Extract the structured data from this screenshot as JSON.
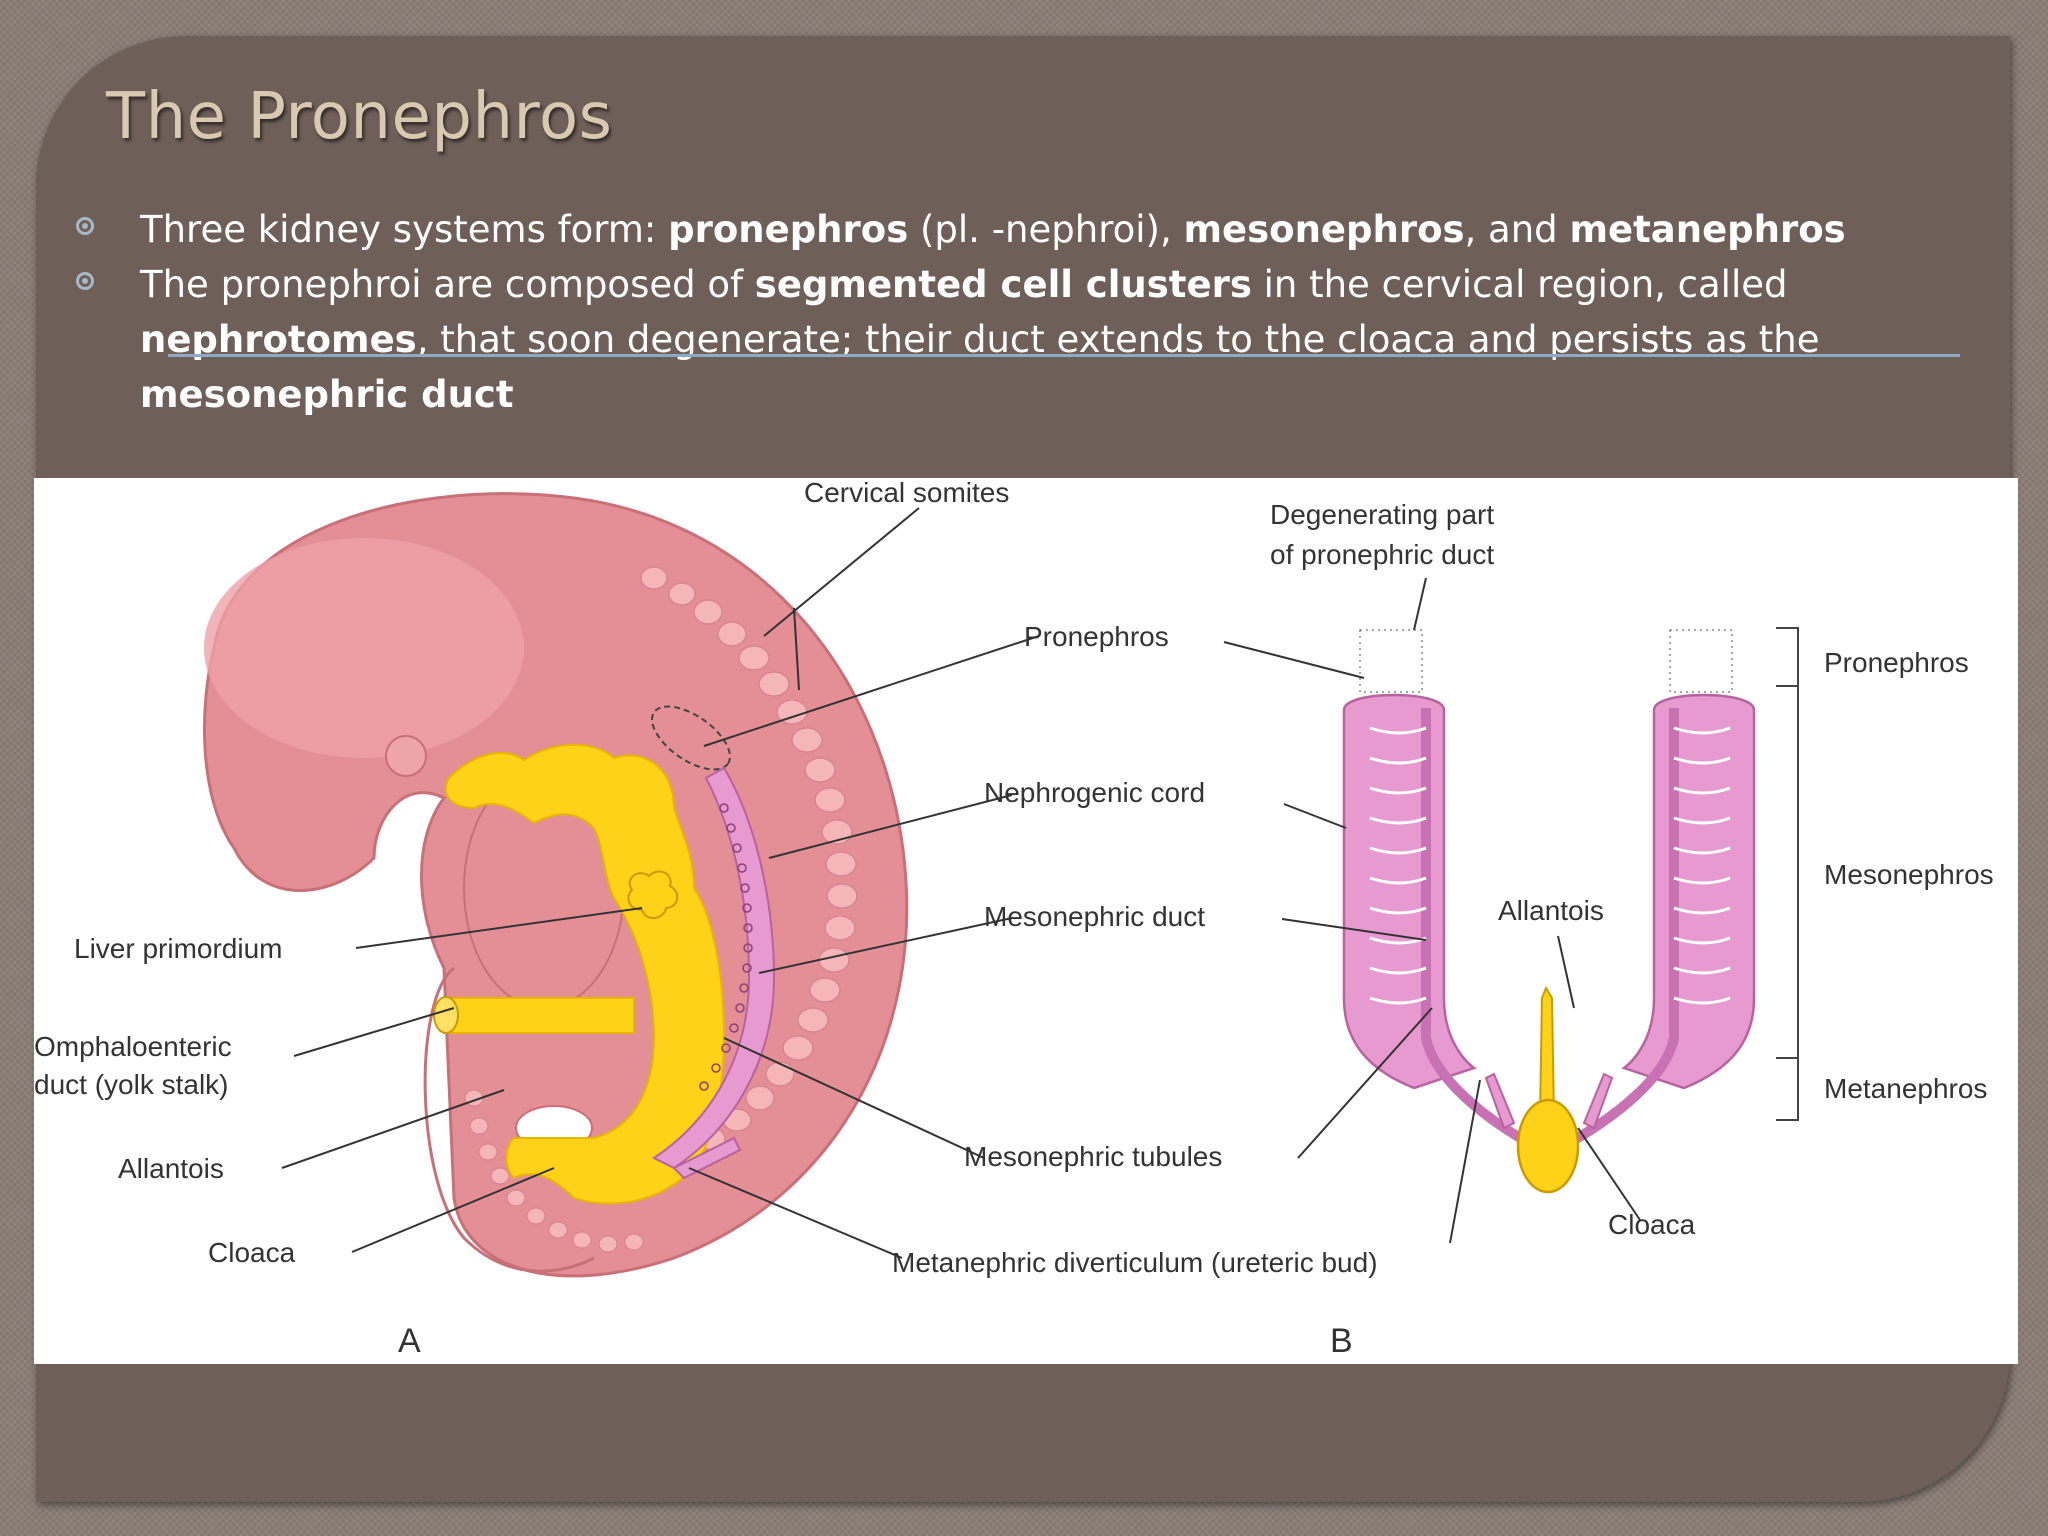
{
  "title": "The Pronephros",
  "bullets": [
    {
      "p1": "Three kidney systems form: ",
      "b1": "pronephros",
      "p2": " (pl. -nephroi), ",
      "b2": "mesonephros",
      "p3": ", and ",
      "b3": "metanephros"
    },
    {
      "p1": "The pronephroi are composed of ",
      "b1": "segmented cell clusters",
      "p2": " in the cervical region, called ",
      "b2": "nephrotomes",
      "p3": ", that soon degenerate; their duct extends to the cloaca and persists as the ",
      "b3": "mesonephric duct"
    }
  ],
  "figure": {
    "panel_a": {
      "letter": "A",
      "labels": {
        "cervical_somites": "Cervical somites",
        "pronephros": "Pronephros",
        "nephrogenic_cord": "Nephrogenic cord",
        "mesonephric_duct": "Mesonephric duct",
        "liver_primordium": "Liver primordium",
        "omphaloenteric_1": "Omphaloenteric",
        "omphaloenteric_2": "duct (yolk stalk)",
        "allantois": "Allantois",
        "cloaca": "Cloaca",
        "mesonephric_tubules": "Mesonephric tubules",
        "metanephric_diverticulum": "Metanephric diverticulum (ureteric bud)"
      }
    },
    "panel_b": {
      "letter": "B",
      "labels": {
        "degenerating_1": "Degenerating part",
        "degenerating_2": "of pronephric duct",
        "allantois": "Allantois",
        "cloaca": "Cloaca",
        "pronephros": "Pronephros",
        "mesonephros": "Mesonephros",
        "metanephros": "Metanephros"
      }
    },
    "colors": {
      "embryo": "#e48f96",
      "embryo_dark": "#c96f78",
      "endoderm": "#ffd21a",
      "kidney": "#e69ad0",
      "kidney_outline": "#b8629f"
    }
  }
}
